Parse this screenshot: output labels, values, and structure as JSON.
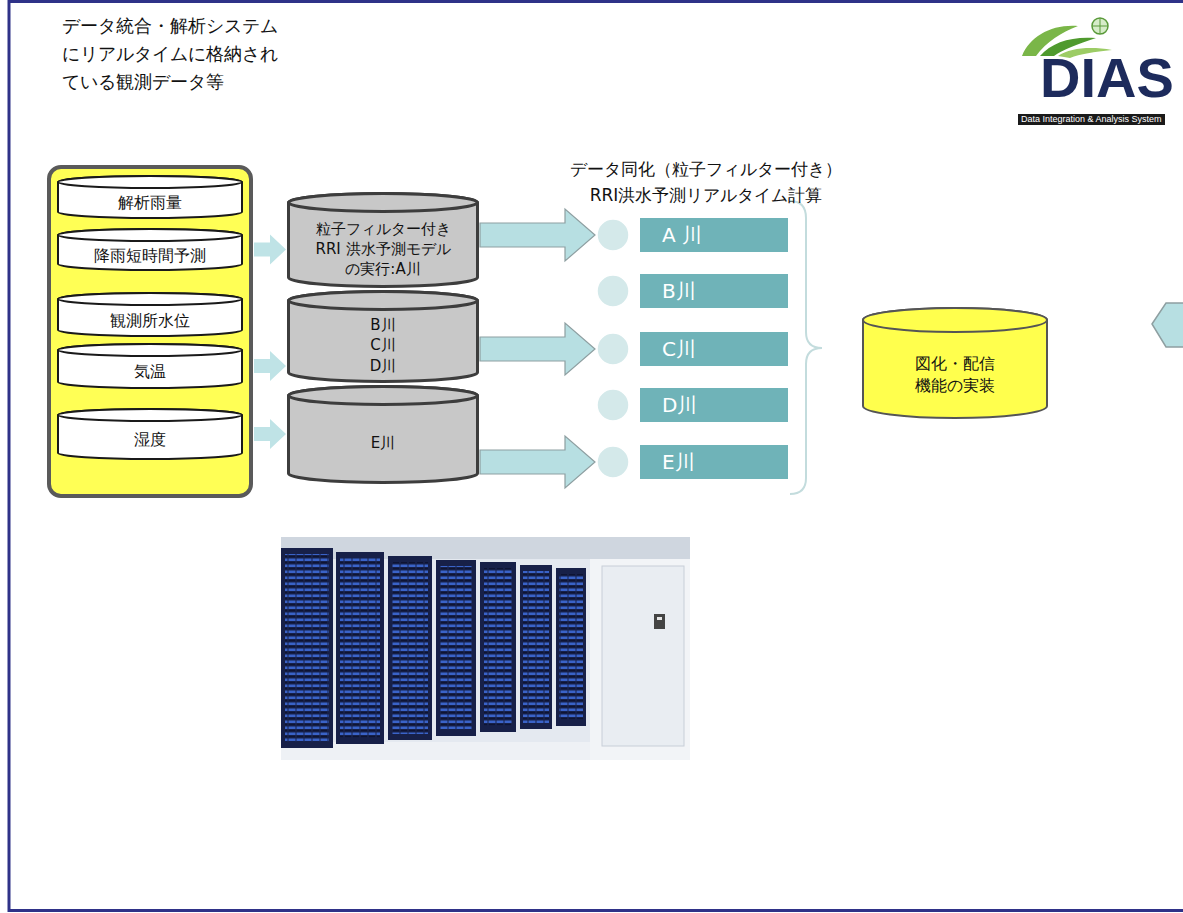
{
  "diagram": {
    "nodes": [
      {
        "text": [
          "データ統合・解析システムにリアルタイムに格納されている観測データ等"
        ]
      },
      {
        "text": [
          "解析雨量"
        ],
        "in": 0
      },
      {
        "text": [
          "降雨短時間予測"
        ],
        "in": 0
      },
      {
        "text": [
          "観測所水位"
        ],
        "in": 0
      },
      {
        "text": [
          "気温"
        ],
        "in": 0
      },
      {
        "text": [
          "湿度"
        ],
        "in": 0
      },
      {
        "text": [
          "粒子フィルター付き RRI 洪水予測モデル の実行:A川"
        ]
      },
      {
        "text": [
          "B川 C川 D川"
        ]
      },
      {
        "text": [
          "E川"
        ]
      },
      {
        "text": [
          "A 川"
        ]
      },
      {
        "text": [
          "B川"
        ]
      },
      {
        "text": [
          "C川"
        ]
      },
      {
        "text": [
          "D川"
        ]
      },
      {
        "text": [
          "E川"
        ]
      },
      {
        "text": [
          "図化・配信 機能の実装"
        ]
      }
    ],
    "edges": [
      {
        "from": 0,
        "to": 6,
        "arrow": "to"
      },
      {
        "from": 0,
        "to": 7,
        "arrow": "to"
      },
      {
        "from": 0,
        "to": 8,
        "arrow": "to"
      },
      {
        "from": 6,
        "to": 9,
        "arrow": "to"
      },
      {
        "from": 7,
        "to": 11,
        "arrow": "to"
      },
      {
        "from": 8,
        "to": 13,
        "arrow": "to"
      }
    ],
    "labels": [
      "データ同化（粒子フィルター付き） RRI洪水予測リアルタイム計算",
      "DIAS",
      "Data Integration & Analysis System"
    ]
  }
}
